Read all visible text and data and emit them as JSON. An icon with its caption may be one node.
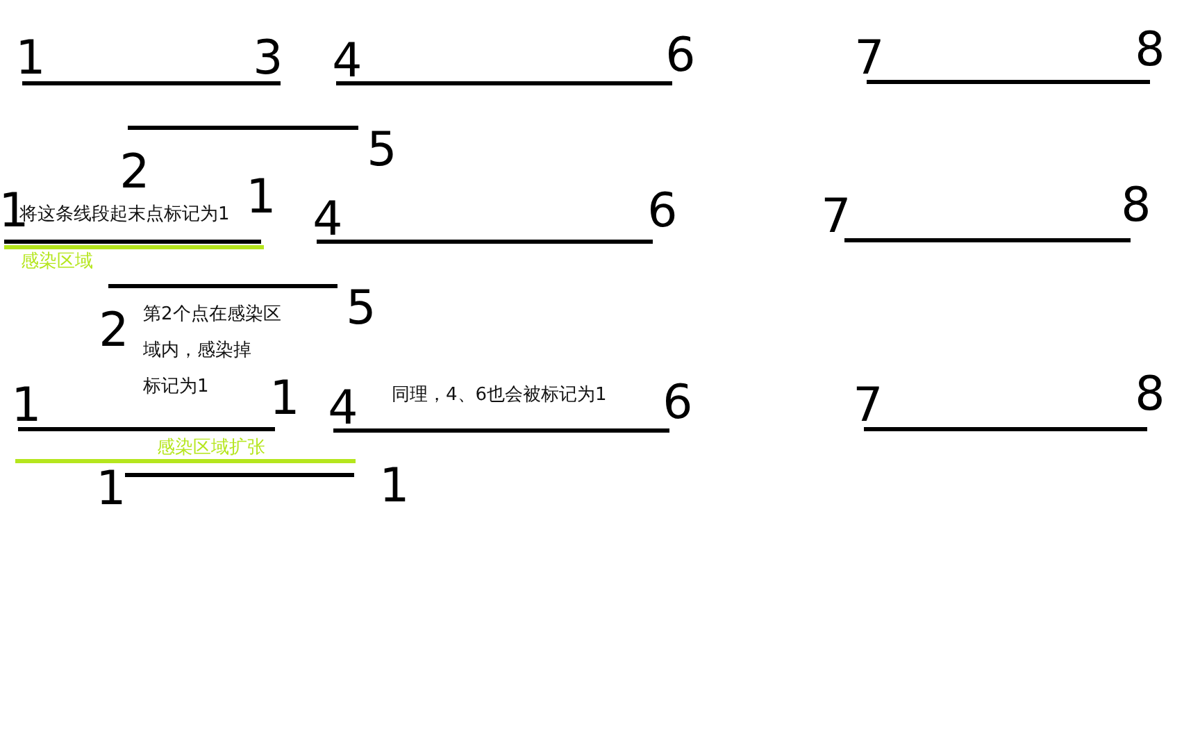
{
  "diagram": {
    "labels": [
      "1",
      "3",
      "4",
      "6",
      "7",
      "8",
      "2",
      "5",
      "1",
      "将这条线段起末点标记为1",
      "1",
      "感染区域",
      "4",
      "6",
      "7",
      "8",
      "2",
      "第2个点在感染区",
      "5",
      "域内，感染掉",
      "标记为1",
      "1",
      "1",
      "4",
      "同理，4、6也会被标记为1",
      "6",
      "7",
      "8",
      "感染区域扩张",
      "1",
      "1"
    ]
  }
}
